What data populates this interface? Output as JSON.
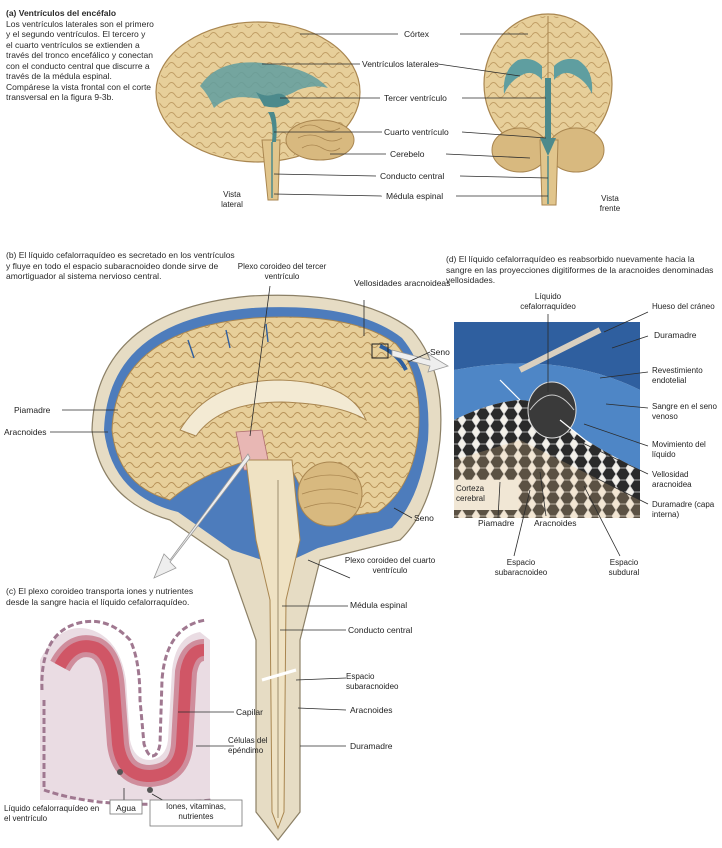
{
  "panel_a": {
    "caption_title": "(a) Ventrículos del encéfalo",
    "caption_body": "Los ventrículos laterales son el primero y el segundo ventrículos. El tercero y el cuarto ventrículos se extienden a través del tronco encefálico y conectan con el conducto central que discurre a través de la médula espinal. Compárese la vista frontal con el corte transversal en la figura 9-3b.",
    "labels": {
      "cortex": "Córtex",
      "lateral_ventricles": "Ventrículos laterales",
      "third_ventricle": "Tercer ventrículo",
      "fourth_ventricle": "Cuarto ventrículo",
      "cerebellum": "Cerebelo",
      "central_canal": "Conducto central",
      "spinal_cord": "Médula espinal",
      "lateral_view": "Vista lateral",
      "front_view": "Vista frente"
    }
  },
  "panel_b": {
    "caption": "(b) El líquido cefalorraquídeo es secretado en los ventrículos y fluye en todo el espacio subaracnoideo donde sirve de amortiguador al sistema nervioso central.",
    "labels": {
      "choroid_plexus_third": "Plexo coroideo del tercer ventrículo",
      "arachnoid_villi": "Vellosidades aracnoideas",
      "pia_mater": "Piamadre",
      "arachnoid": "Aracnoides",
      "sinus": "Seno",
      "choroid_plexus_fourth": "Plexo coroideo del cuarto ventrículo",
      "spinal_cord": "Médula espinal",
      "central_canal": "Conducto central",
      "subarachnoid_space": "Espacio subaracnoideo",
      "arachnoid_2": "Aracnoides",
      "dura_mater": "Duramadre"
    }
  },
  "panel_c": {
    "caption": "(c) El plexo coroideo transporta iones y nutrientes desde la sangre hacia el líquido cefalorraquídeo.",
    "labels": {
      "capillary": "Capilar",
      "ependyma": "Células del epéndimo",
      "csf_ventricle": "Líquido cefalorraquídeo en el ventrículo",
      "water": "Agua",
      "ions_nutrients": "Iones, vitaminas, nutrientes"
    }
  },
  "panel_d": {
    "caption": "(d) El líquido cefalorraquídeo es reabsorbido nuevamente hacia la sangre en las proyecciones digitiformes de la aracnoides denominadas vellosidades.",
    "labels": {
      "csf": "Líquido cefalorraquídeo",
      "skull_bone": "Hueso del cráneo",
      "dura_mater": "Duramadre",
      "endothelial_lining": "Revestimiento endotelial",
      "venous_blood": "Sangre en el seno venoso",
      "fluid_movement": "Movimiento del líquido",
      "arachnoid_villus": "Vellosidad aracnoidea",
      "inner_dura": "Duramadre (capa interna)",
      "cerebral_cortex": "Corteza cerebral",
      "pia_mater": "Piamadre",
      "arachnoid": "Aracnoides",
      "subarachnoid_space": "Espacio subaracnoideo",
      "subdural_space": "Espacio subdural"
    }
  },
  "colors": {
    "brain": "#e7cf9a",
    "brain_dark": "#c9a669",
    "ventricle": "#5f9ea0",
    "csf_blue": "#3f6fb0",
    "sinus_blue": "#2f5f9f",
    "dura": "#d8d2c4",
    "tissue_pink": "#d99aa9",
    "vessel_red": "#c2505e",
    "background": "#ffffff"
  }
}
